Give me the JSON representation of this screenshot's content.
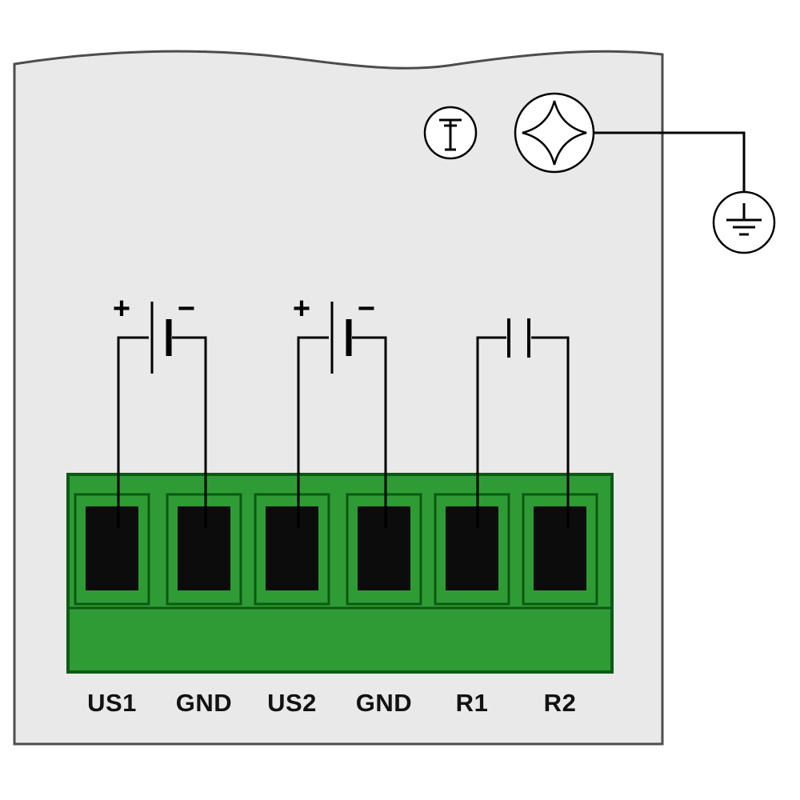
{
  "diagram": {
    "type": "terminal-wiring-diagram",
    "terminals": [
      "US1",
      "GND",
      "US2",
      "GND",
      "R1",
      "R2"
    ],
    "symbols": {
      "power_supply_1": {
        "plus": "+",
        "minus": "−",
        "connects": [
          "US1",
          "GND"
        ]
      },
      "power_supply_2": {
        "plus": "+",
        "minus": "−",
        "connects": [
          "US2",
          "GND"
        ]
      },
      "relay_contact": {
        "connects": [
          "R1",
          "R2"
        ]
      },
      "icons": [
        "functional-earth-screw-icon",
        "phillips-screw-icon",
        "protective-earth-icon"
      ]
    },
    "colors": {
      "panel": "#e9e9e9",
      "panel_border": "#4d4d4d",
      "green": "#2f9b35",
      "green_dark": "#0b5a14",
      "hole": "#0c0c0c",
      "line": "#000000",
      "white": "#ffffff"
    }
  }
}
